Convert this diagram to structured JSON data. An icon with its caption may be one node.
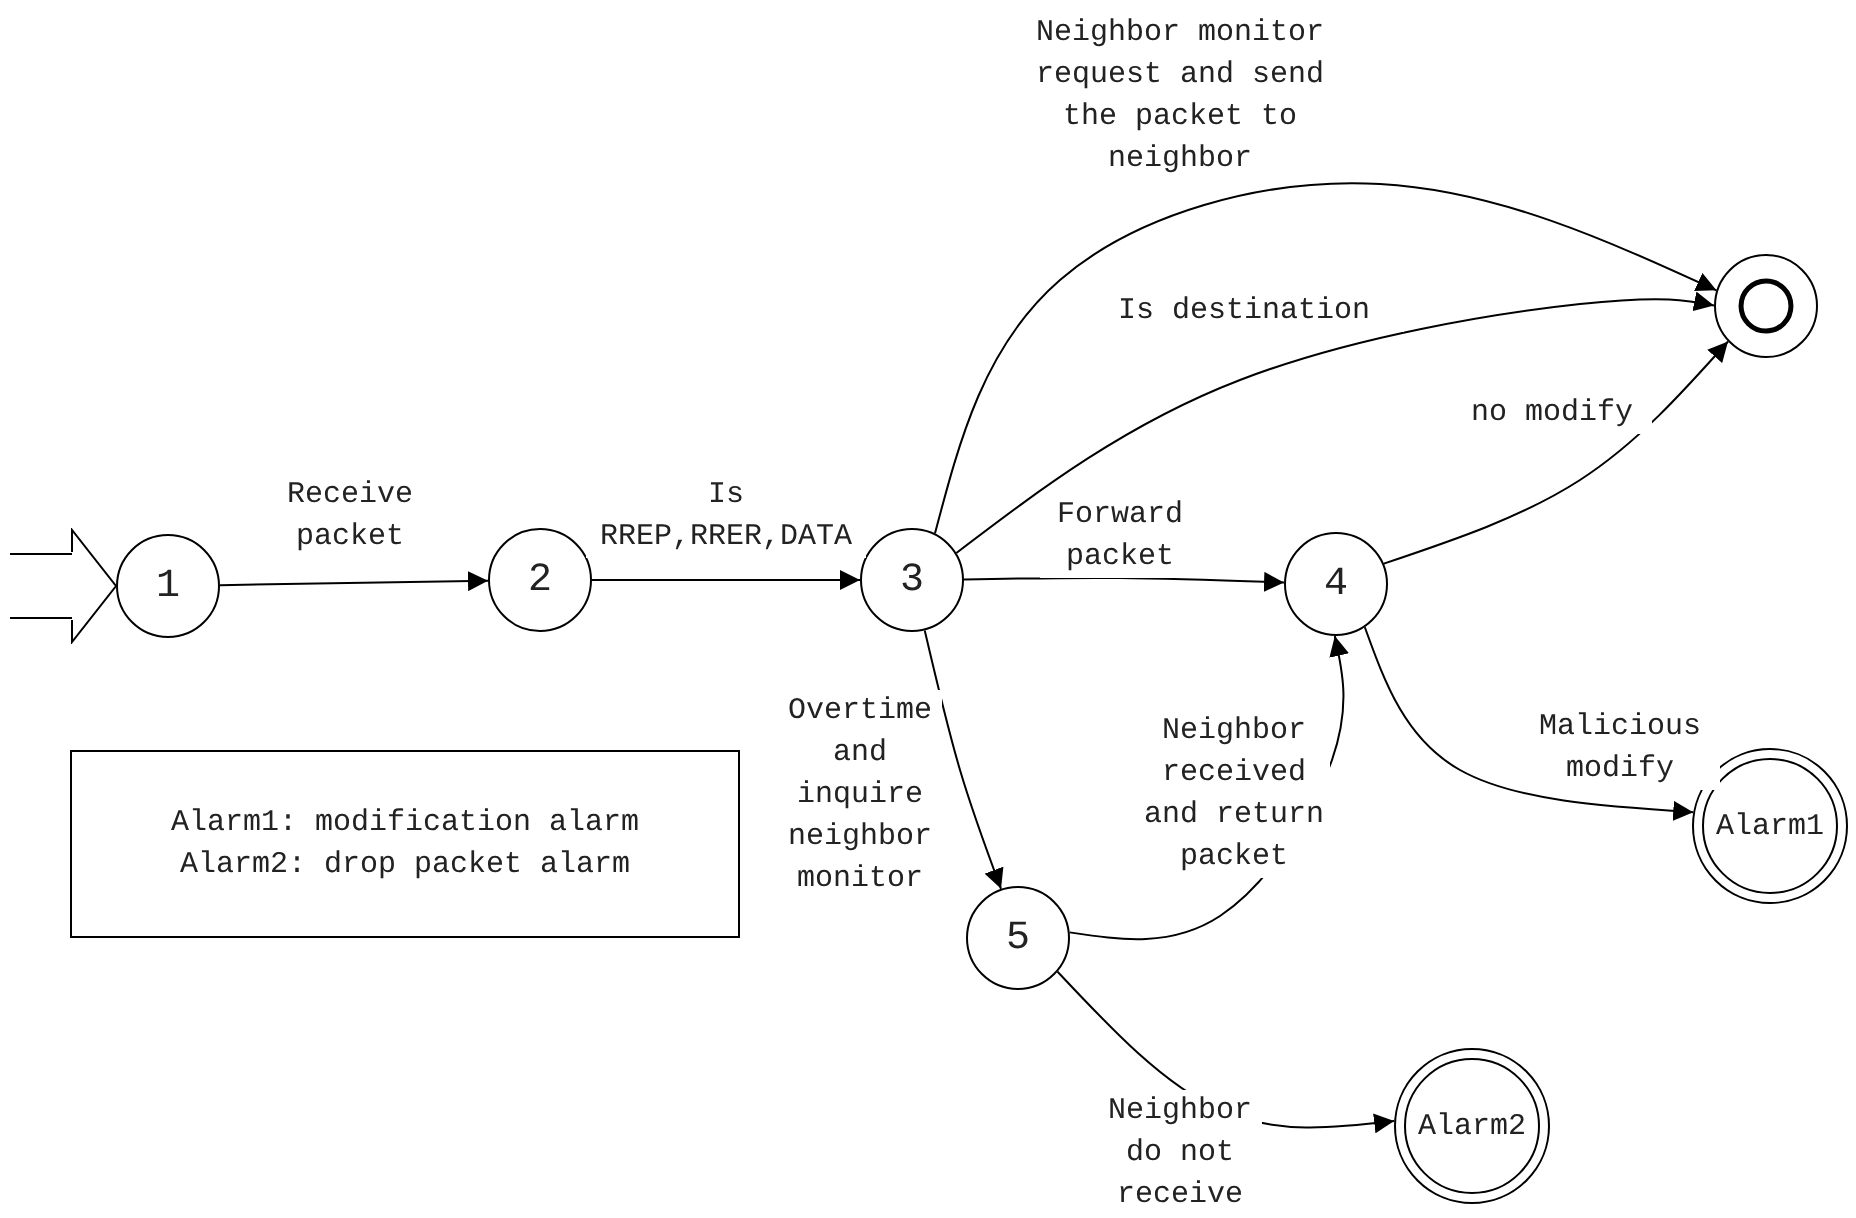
{
  "diagram": {
    "nodes": [
      {
        "text": [
          "1"
        ]
      },
      {
        "text": [
          "2"
        ]
      },
      {
        "text": [
          "3"
        ]
      },
      {
        "text": [
          "4"
        ]
      },
      {
        "text": [
          "5"
        ]
      },
      {
        "text": [],
        "shape": "circle"
      },
      {
        "text": [
          "Alarm1"
        ]
      },
      {
        "text": [
          "Alarm2"
        ]
      },
      {
        "text": [
          "Alarm1: modification alarm",
          "Alarm2: drop packet alarm"
        ]
      }
    ],
    "edges": [
      {
        "from": null,
        "to": 0,
        "arrow": "to"
      },
      {
        "from": 0,
        "to": 1,
        "arrow": "to",
        "label": "Receive packet"
      },
      {
        "from": 1,
        "to": 2,
        "arrow": "to",
        "label": "Is RREP,RRER,DATA"
      },
      {
        "from": 2,
        "to": 5,
        "arrow": "to",
        "label": "Neighbor monitor request and send the packet to neighbor"
      },
      {
        "from": 2,
        "to": 5,
        "arrow": "to",
        "label": "Is destination"
      },
      {
        "from": 2,
        "to": 3,
        "arrow": "to",
        "label": "Forward packet"
      },
      {
        "from": 3,
        "to": 5,
        "arrow": "to",
        "label": "no modify"
      },
      {
        "from": 3,
        "to": 6,
        "arrow": "to",
        "label": "Malicious modify"
      },
      {
        "from": 2,
        "to": 4,
        "arrow": "to",
        "label": "Overtime and inquire neighbor monitor"
      },
      {
        "from": 4,
        "to": 3,
        "arrow": "to",
        "label": "Neighbor received and return packet"
      },
      {
        "from": 4,
        "to": 7,
        "arrow": "to",
        "label": "Neighbor do not receive"
      }
    ]
  }
}
